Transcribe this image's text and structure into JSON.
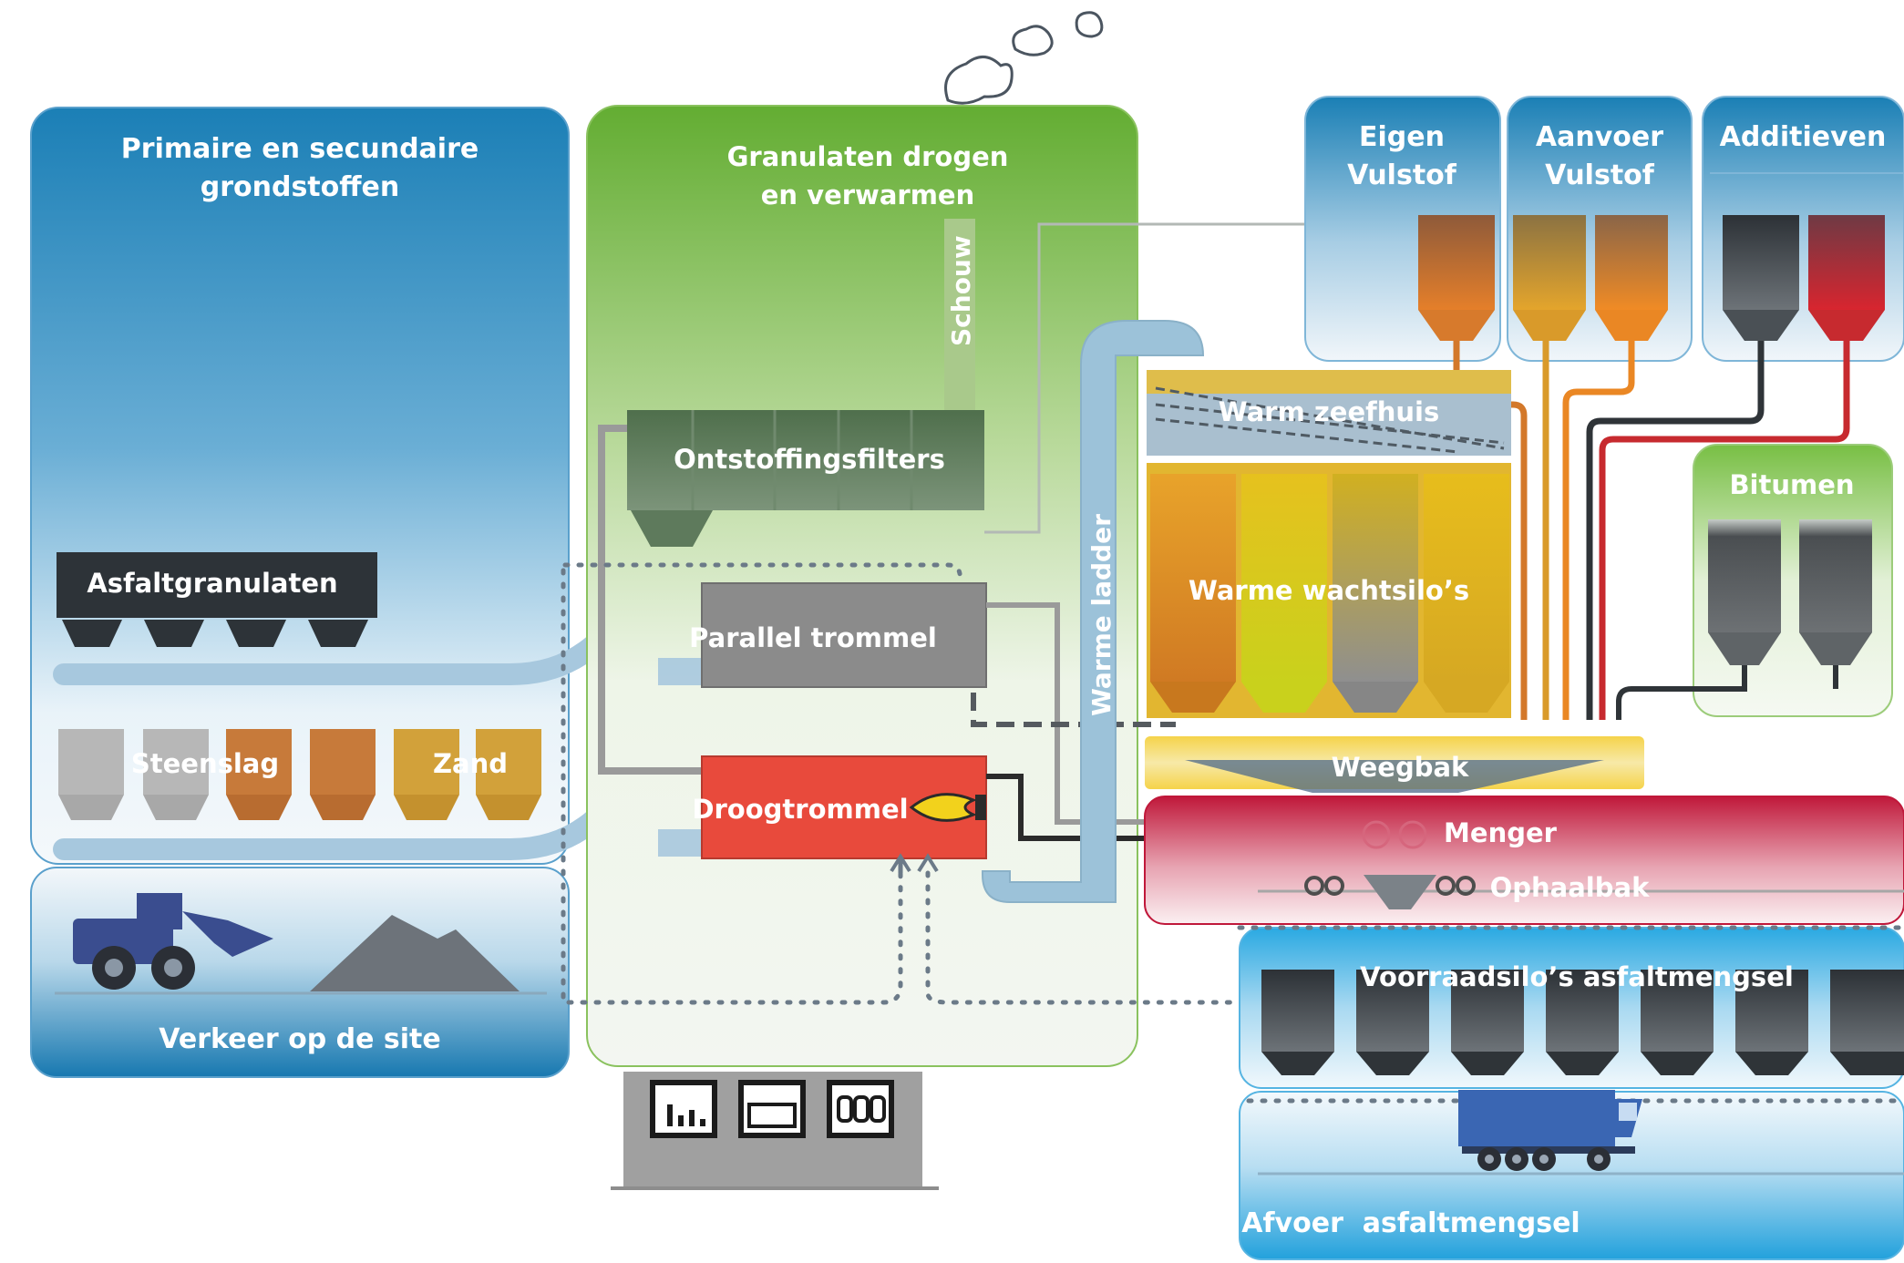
{
  "sections": {
    "raw_materials": {
      "title_line1": "Primaire en secundaire",
      "title_line2": "grondstoffen"
    },
    "site_traffic": {
      "title": "Verkeer op de site"
    },
    "drying": {
      "title_line1": "Granulaten drogen",
      "title_line2": "en verwarmen"
    },
    "filler_own": {
      "title_line1": "Eigen",
      "title_line2": "Vulstof"
    },
    "filler_supply": {
      "title_line1": "Aanvoer",
      "title_line2": "Vulstof"
    },
    "additives": {
      "title": "Additieven"
    },
    "bitumen": {
      "title": "Bitumen"
    },
    "storage": {
      "title": "Voorraadsilo’s asfaltmengsel"
    },
    "discharge": {
      "title": "Afvoer  asfaltmengsel"
    }
  },
  "components": {
    "chimney": "Schouw",
    "filters": "Ontstoffingsfilters",
    "asphalt_granulates": "Asfaltgranulaten",
    "crushed_stone": "Steenslag",
    "sand": "Zand",
    "parallel_drum": "Parallel trommel",
    "drying_drum": "Droogtrommel",
    "hot_elevator": "Warme ladder",
    "hot_screen": "Warm zeefhuis",
    "hot_silos": "Warme wachtsilo’s",
    "weigh_hopper": "Weegbak",
    "mixer": "Menger",
    "skip": "Ophaalbak"
  },
  "icons": [
    "smoke-cloud-icon",
    "wheel-loader-icon",
    "gravel-pile-icon",
    "truck-icon",
    "control-chart-icon",
    "control-screen-icon",
    "control-panel-icon",
    "burner-flame-icon"
  ],
  "colors": {
    "blue_panel": "#1b82b8",
    "green_panel": "#6fb33c",
    "filter_green": "#5c7a5a",
    "drum_grey": "#8a8a8a",
    "drum_red": "#e84a3c",
    "mixer_red": "#c0183a",
    "storage_blue": "#2aa8e0",
    "bitumen_green": "#7cc04a"
  }
}
